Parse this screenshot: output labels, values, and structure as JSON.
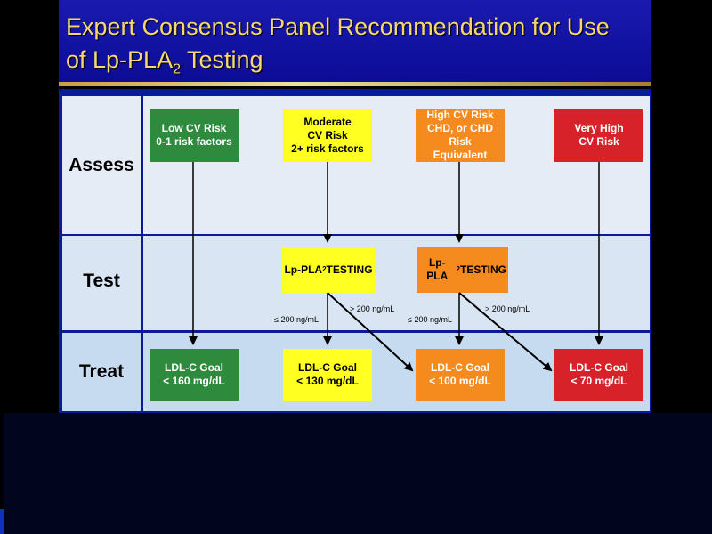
{
  "title": {
    "line1": "Expert Consensus Panel Recommendation for Use",
    "line2_prefix": "of Lp-PLA",
    "line2_sub": "2",
    "line2_suffix": " Testing"
  },
  "rows": {
    "assess": "Assess",
    "test": "Test",
    "treat": "Treat"
  },
  "assess_boxes": {
    "low": "Low CV Risk\n0-1 risk factors",
    "moderate": "Moderate\nCV Risk\n2+ risk factors",
    "high": "High CV Risk\nCHD, or CHD Risk\nEquivalent",
    "very_high": "Very High\nCV Risk"
  },
  "test_boxes": {
    "moderate": {
      "prefix": "Lp-PLA",
      "sub": "2",
      "suffix": " TESTING"
    },
    "high": {
      "prefix": "Lp-PLA",
      "sub": "2",
      "suffix": " TESTING"
    }
  },
  "thresholds": {
    "mod_low": "≤ 200 ng/mL",
    "mod_high": "> 200 ng/mL",
    "high_low": "≤ 200 ng/mL",
    "high_high": "> 200 ng/mL"
  },
  "treat_boxes": {
    "low": "LDL-C Goal\n< 160 mg/dL",
    "moderate": "LDL-C Goal\n< 130 mg/dL",
    "high": "LDL-C Goal\n< 100 mg/dL",
    "very_high": "LDL-C Goal\n< 70 mg/dL"
  },
  "colors": {
    "low": "#2e8b3e",
    "moderate": "#ffff22",
    "high": "#f58a1f",
    "very_high": "#d7222a",
    "title_text": "#f5d76e",
    "frame": "#0a1a9a"
  }
}
